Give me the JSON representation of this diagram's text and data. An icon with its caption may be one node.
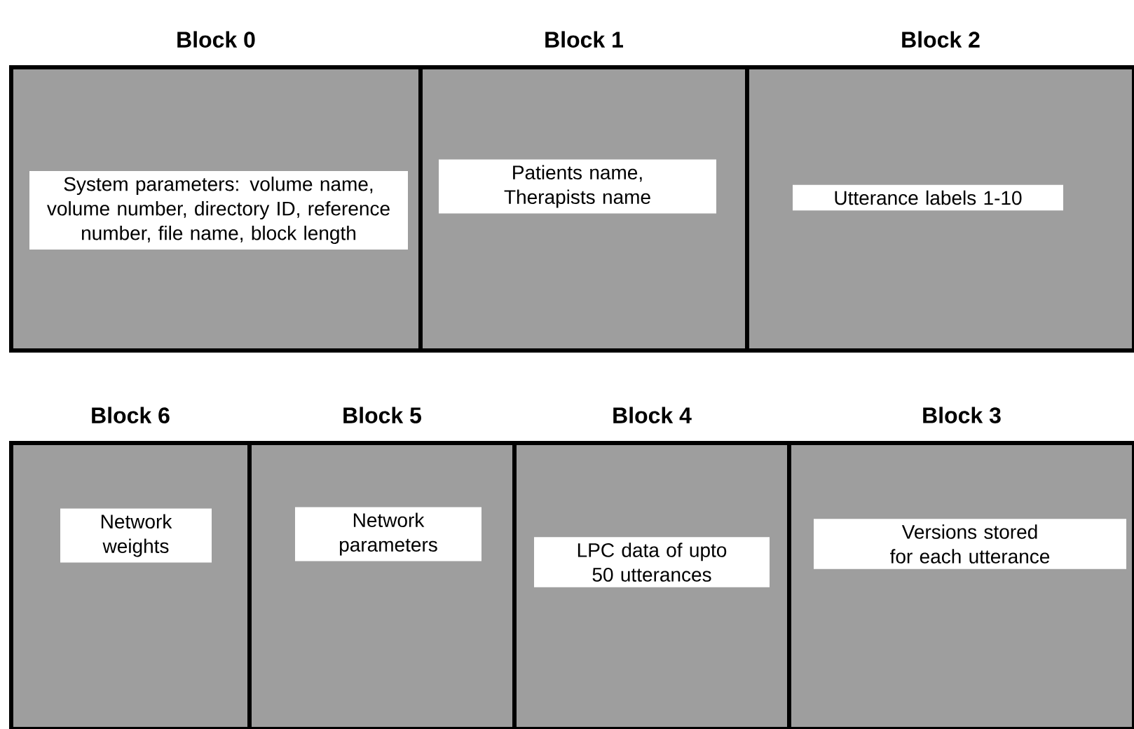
{
  "diagram": {
    "nodes": [
      {
        "text": [
          "Block 0"
        ]
      },
      {
        "text": [
          "System parameters: volume name, volume number, directory ID, reference number, file name, block length"
        ],
        "in": 0
      },
      {
        "text": [
          "Block 1"
        ]
      },
      {
        "text": [
          "Patients name, Therapists name"
        ],
        "in": 2
      },
      {
        "text": [
          "Block 2"
        ]
      },
      {
        "text": [
          "Utterance labels 1-10"
        ],
        "in": 4
      },
      {
        "text": [
          "Block 6"
        ]
      },
      {
        "text": [
          "Network weights"
        ],
        "in": 6
      },
      {
        "text": [
          "Block 5"
        ]
      },
      {
        "text": [
          "Network parameters"
        ],
        "in": 8
      },
      {
        "text": [
          "Block 4"
        ]
      },
      {
        "text": [
          "LPC data of upto 50 utterances"
        ],
        "in": 10
      },
      {
        "text": [
          "Block 3"
        ]
      },
      {
        "text": [
          "Versions stored for each utterance"
        ],
        "in": 12
      }
    ]
  }
}
